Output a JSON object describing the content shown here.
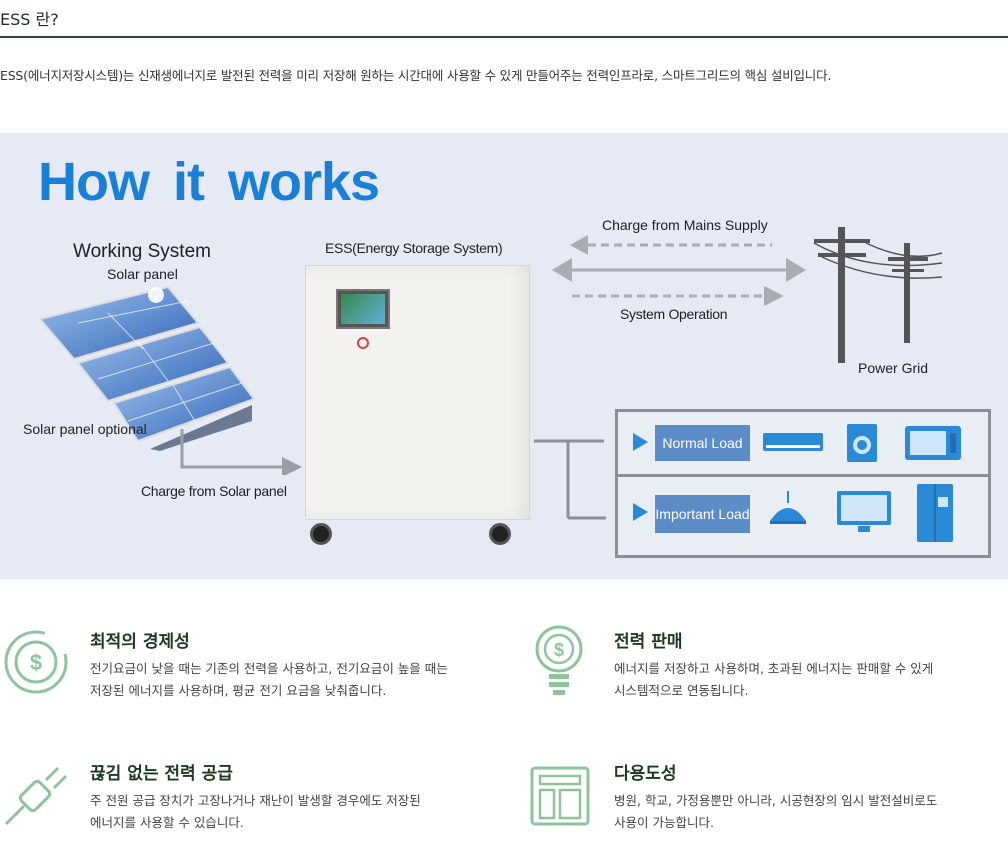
{
  "section": {
    "title": "ESS 란?",
    "description": "ESS(에너지저장시스템)는 신재생에너지로 발전된 전력을 미리 저장해 원하는 시간대에 사용할 수 있게 만들어주는 전력인프라로, 스마트그리드의 핵심 설비입니다."
  },
  "diagram": {
    "heading": "How  it  works",
    "working_system": "Working System",
    "solar_panel": "Solar panel",
    "solar_panel_optional": "Solar panel optional",
    "charge_from_solar": "Charge from Solar panel",
    "ess_label": "ESS(Energy Storage System)",
    "charge_from_mains": "Charge from Mains Supply",
    "system_operation": "System Operation",
    "power_grid": "Power Grid",
    "normal_load": "Normal Load",
    "important_load": "Important Load",
    "colors": {
      "heading": "#1a7fd6",
      "panel_bg": "#e6eaf4",
      "load_label": "#5b8cc8",
      "appliance": "#2a8ad8"
    }
  },
  "features": [
    {
      "icon": "dollar-coin-icon",
      "title": "최적의 경제성",
      "line1": "전기요금이 낮을 때는 기존의 전력을 사용하고, 전기요금이 높을 때는",
      "line2": "저장된 에너지를 사용하며, 평균 전기 요금을 낮춰줍니다."
    },
    {
      "icon": "lightbulb-dollar-icon",
      "title": "전력 판매",
      "line1": "에너지를 저장하고 사용하며, 초과된 에너지는 판매할 수 있게",
      "line2": "시스템적으로 연동됩니다."
    },
    {
      "icon": "plug-icon",
      "title": "끊김 없는 전력 공급",
      "line1": "주 전원 공급 장치가 고장나거나 재난이 발생할 경우에도 저장된",
      "line2": "에너지를 사용할 수 있습니다."
    },
    {
      "icon": "layout-grid-icon",
      "title": "다용도성",
      "line1": "병원, 학교, 가정용뿐만 아니라, 시공현장의 임시 발전설비로도",
      "line2": "사용이 가능합니다."
    }
  ]
}
